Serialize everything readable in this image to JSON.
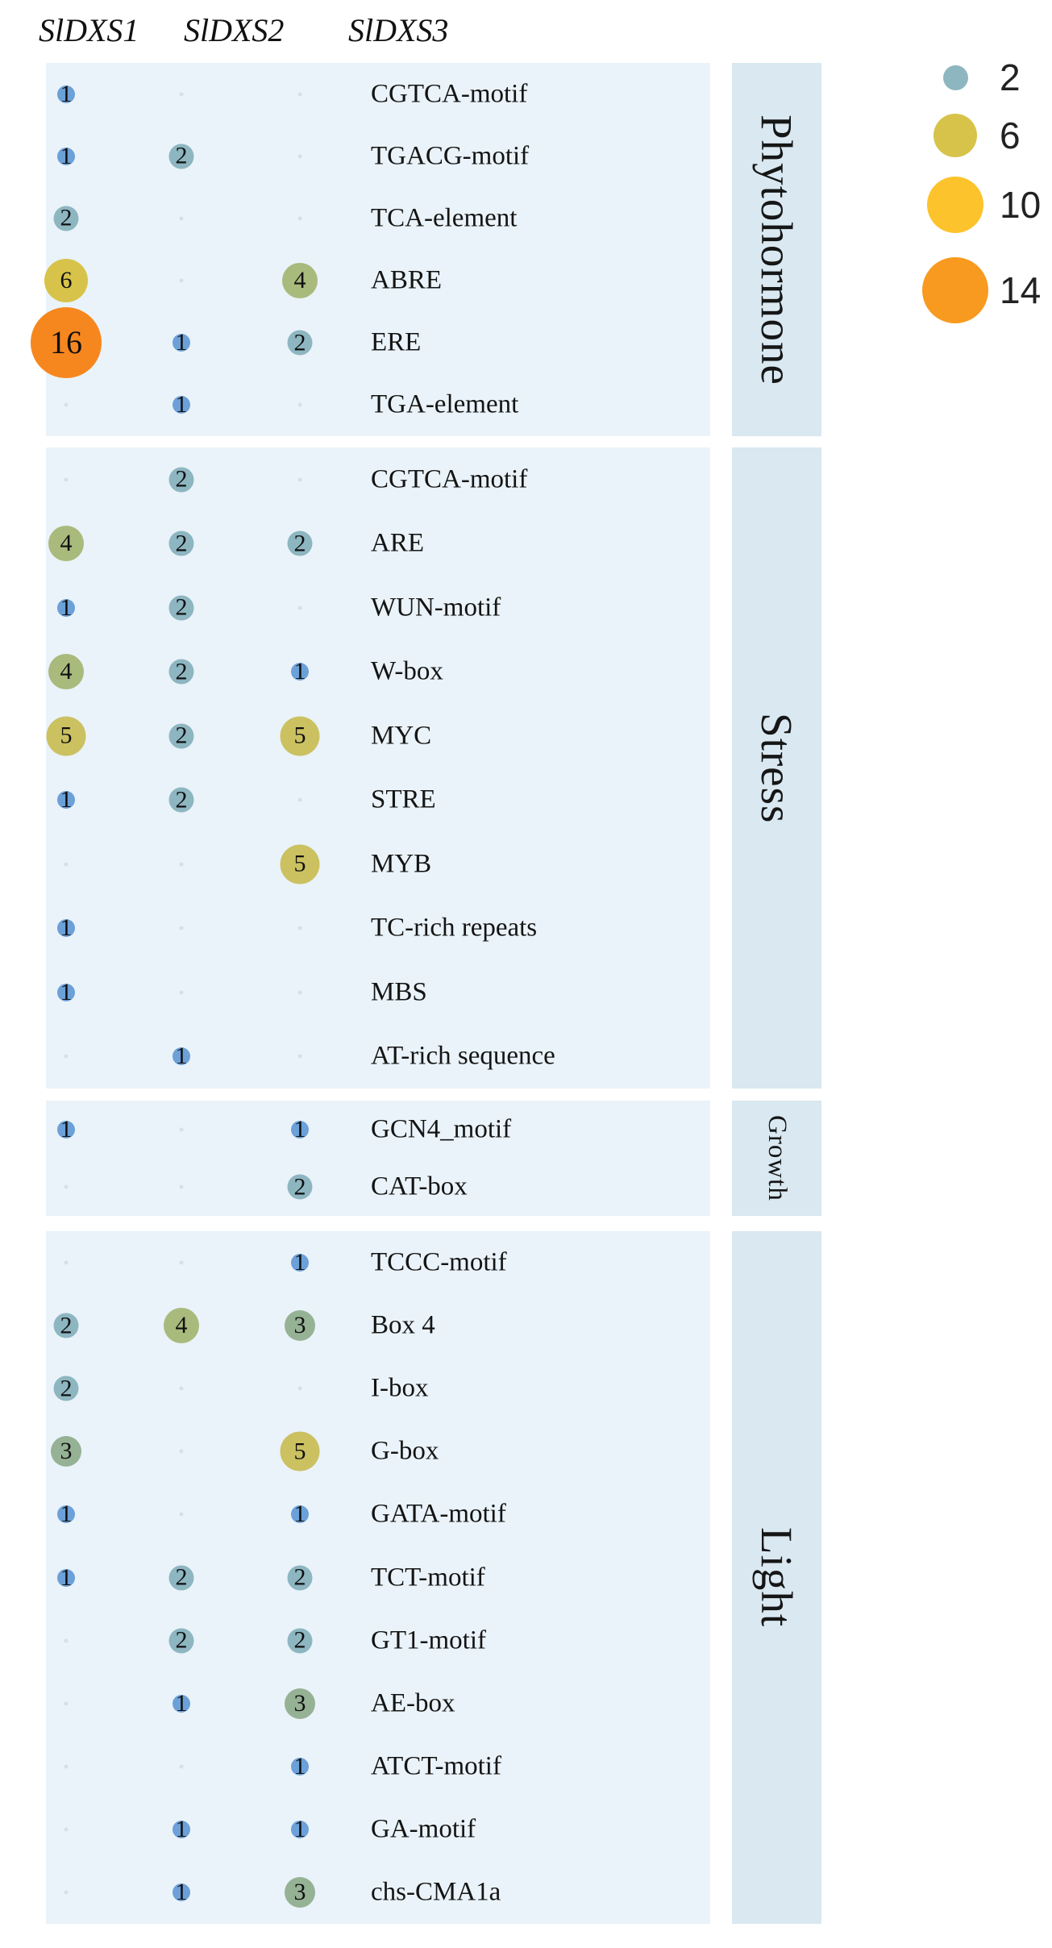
{
  "chart_data": {
    "type": "scatter",
    "subtype": "bubble-matrix",
    "columns": [
      "SlDXS1",
      "SlDXS2",
      "SlDXS3"
    ],
    "groups": [
      {
        "name": "Phytohormone",
        "rows": [
          {
            "motif": "CGTCA-motif",
            "values": [
              1,
              null,
              null
            ]
          },
          {
            "motif": "TGACG-motif",
            "values": [
              1,
              2,
              null
            ]
          },
          {
            "motif": "TCA-element",
            "values": [
              2,
              null,
              null
            ]
          },
          {
            "motif": "ABRE",
            "values": [
              6,
              null,
              4
            ]
          },
          {
            "motif": "ERE",
            "values": [
              16,
              1,
              2
            ]
          },
          {
            "motif": "TGA-element",
            "values": [
              null,
              1,
              null
            ]
          }
        ]
      },
      {
        "name": "Stress",
        "rows": [
          {
            "motif": "CGTCA-motif",
            "values": [
              null,
              2,
              null
            ]
          },
          {
            "motif": "ARE",
            "values": [
              4,
              2,
              2
            ]
          },
          {
            "motif": "WUN-motif",
            "values": [
              1,
              2,
              null
            ]
          },
          {
            "motif": "W-box",
            "values": [
              4,
              2,
              1
            ]
          },
          {
            "motif": "MYC",
            "values": [
              5,
              2,
              5
            ]
          },
          {
            "motif": "STRE",
            "values": [
              1,
              2,
              null
            ]
          },
          {
            "motif": "MYB",
            "values": [
              null,
              null,
              5
            ]
          },
          {
            "motif": "TC-rich repeats",
            "values": [
              1,
              null,
              null
            ]
          },
          {
            "motif": "MBS",
            "values": [
              1,
              null,
              null
            ]
          },
          {
            "motif": "AT-rich sequence",
            "values": [
              null,
              1,
              null
            ]
          }
        ]
      },
      {
        "name": "Growth",
        "rows": [
          {
            "motif": "GCN4_motif",
            "values": [
              1,
              null,
              1
            ]
          },
          {
            "motif": "CAT-box",
            "values": [
              null,
              null,
              2
            ]
          }
        ]
      },
      {
        "name": "Light",
        "rows": [
          {
            "motif": "TCCC-motif",
            "values": [
              null,
              null,
              1
            ]
          },
          {
            "motif": "Box 4",
            "values": [
              2,
              4,
              3
            ]
          },
          {
            "motif": "I-box",
            "values": [
              2,
              null,
              null
            ]
          },
          {
            "motif": "G-box",
            "values": [
              3,
              null,
              5
            ]
          },
          {
            "motif": "GATA-motif",
            "values": [
              1,
              null,
              1
            ]
          },
          {
            "motif": "TCT-motif",
            "values": [
              1,
              2,
              2
            ]
          },
          {
            "motif": "GT1-motif",
            "values": [
              null,
              2,
              2
            ]
          },
          {
            "motif": "AE-box",
            "values": [
              null,
              1,
              3
            ]
          },
          {
            "motif": "ATCT-motif",
            "values": [
              null,
              null,
              1
            ]
          },
          {
            "motif": "GA-motif",
            "values": [
              null,
              1,
              1
            ]
          },
          {
            "motif": "chs-CMA1a",
            "values": [
              null,
              1,
              3
            ]
          }
        ]
      }
    ],
    "legend": {
      "position": "top-right",
      "items": [
        {
          "label": "2",
          "value": 2
        },
        {
          "label": "6",
          "value": 6
        },
        {
          "label": "10",
          "value": 10
        },
        {
          "label": "14",
          "value": 14
        }
      ]
    },
    "value_colors": {
      "1": "#6CA0D8",
      "2": "#8DB6C1",
      "3": "#96B295",
      "4": "#A9BA7D",
      "5": "#CBC161",
      "6": "#D7C34A",
      "10": "#FDC32C",
      "14": "#F89A1F",
      "16": "#F6871F"
    },
    "colors": {
      "panel_background": "#EAF3F9",
      "strip_background": "#D9E8F1",
      "empty_dot": "#D3E1E7"
    },
    "size_rule": "bubble diameter proportional to sqrt(count)"
  }
}
